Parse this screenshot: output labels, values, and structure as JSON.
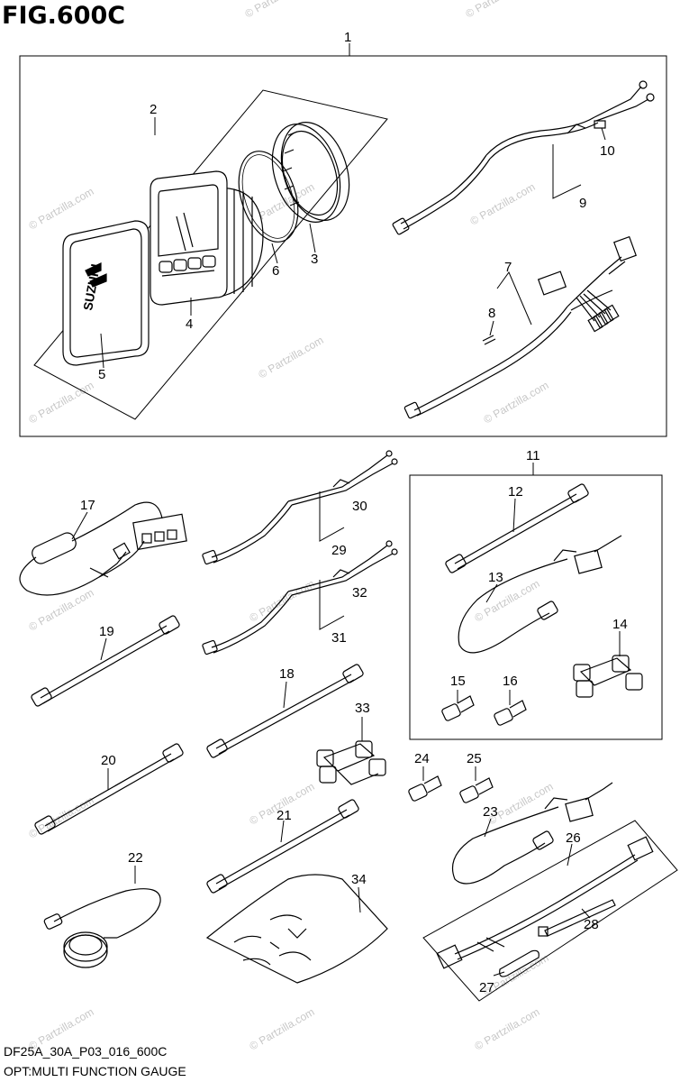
{
  "figure": {
    "title": "FIG.600C",
    "code": "DF25A_30A_P03_016_600C",
    "description": "OPT:MULTI FUNCTION GAUGE"
  },
  "watermark": "© Partzilla.com",
  "callouts": [
    "1",
    "2",
    "3",
    "4",
    "5",
    "6",
    "7",
    "8",
    "9",
    "10",
    "11",
    "12",
    "13",
    "14",
    "15",
    "16",
    "17",
    "18",
    "19",
    "20",
    "21",
    "22",
    "23",
    "24",
    "25",
    "26",
    "27",
    "28",
    "29",
    "30",
    "31",
    "32",
    "33",
    "34"
  ],
  "colors": {
    "line": "#000000",
    "watermark": "#c8c8c8",
    "background": "#ffffff"
  }
}
